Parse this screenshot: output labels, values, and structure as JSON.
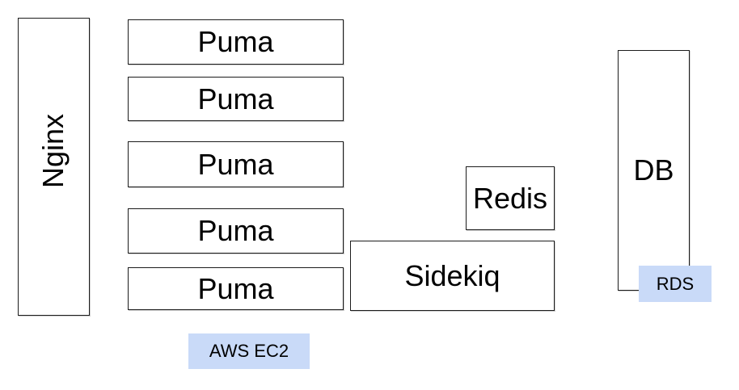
{
  "diagram": {
    "title": "web application architecture diagram",
    "colors": {
      "background": "#ffffff",
      "box_border": "#1c1c1c",
      "box_fill": "#ffffff",
      "highlight_fill": "#c9daf8",
      "text": "#000000"
    },
    "nodes": {
      "nginx": {
        "label": "Nginx"
      },
      "puma_boxes": [
        {
          "label": "Puma"
        },
        {
          "label": "Puma"
        },
        {
          "label": "Puma"
        },
        {
          "label": "Puma"
        },
        {
          "label": "Puma"
        }
      ],
      "redis": {
        "label": "Redis"
      },
      "sidekiq": {
        "label": "Sidekiq"
      },
      "db": {
        "label": "DB"
      }
    },
    "annotations": {
      "rds": {
        "label": "RDS"
      },
      "aws_ec2": {
        "label": "AWS EC2"
      }
    }
  }
}
